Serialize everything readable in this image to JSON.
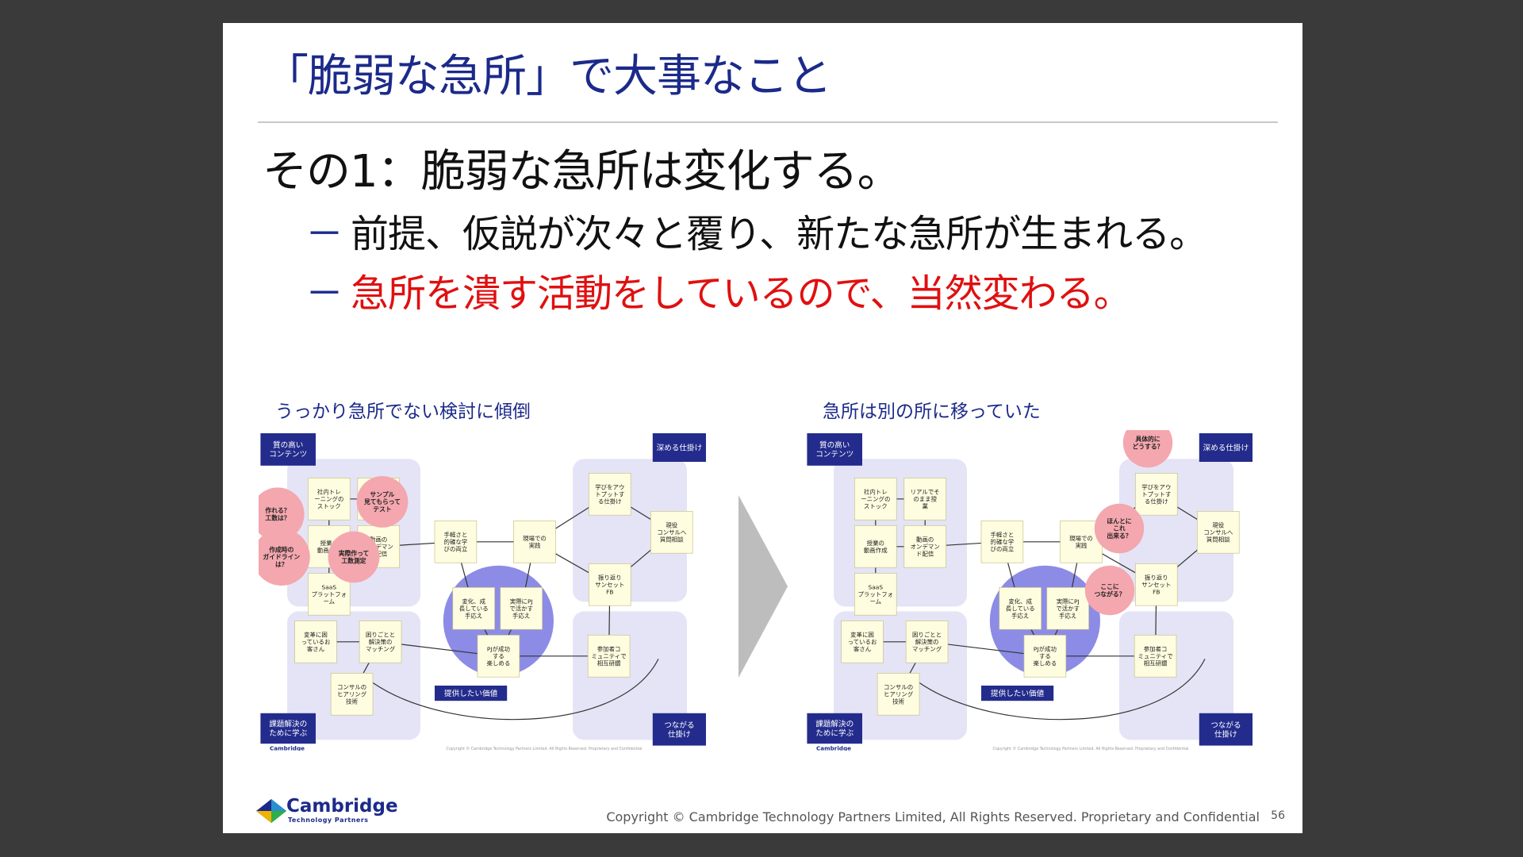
{
  "slide": {
    "title": "「脆弱な急所」で大事なこと",
    "main_point": "その1：脆弱な急所は変化する。",
    "sub_dash": "－",
    "sub_points": [
      "前提、仮説が次々と覆り、新たな急所が生まれる。",
      "急所を潰す活動をしているので、当然変わる。"
    ],
    "sub_point_colors": [
      "#111111",
      "#e01010"
    ]
  },
  "figures": {
    "left_caption": "うっかり急所でない検討に傾倒",
    "right_caption": "急所は別の所に移っていた",
    "corner_labels": {
      "top_left": [
        "質の高い",
        "コンテンツ"
      ],
      "top_right": "深める仕掛け",
      "bottom_left": [
        "課題解決の",
        "ために学ぶ"
      ],
      "bottom_right": [
        "つながる",
        "仕掛け"
      ]
    },
    "value_label": "提供したい価値",
    "notes": {
      "n1": [
        "社内トレ",
        "ーニングの",
        "ストック"
      ],
      "n2": [
        "リアルでそ",
        "のまま授",
        "業"
      ],
      "n3": [
        "授業の",
        "動画作成"
      ],
      "n4": [
        "動画の",
        "オンデマン",
        "ド配信"
      ],
      "n5": [
        "SaaS",
        "プラットフォ",
        "ーム"
      ],
      "n6": [
        "手軽さと",
        "的確な学",
        "びの両立"
      ],
      "n7": [
        "現場での",
        "実践"
      ],
      "n8": [
        "学びをアウ",
        "トプットす",
        "る仕掛け"
      ],
      "n9": [
        "現役",
        "コンサルへ",
        "質問相談"
      ],
      "n10": [
        "振り返り",
        "サンセット",
        "FB"
      ],
      "n11": [
        "変化、成",
        "長している",
        "手応え"
      ],
      "n12": [
        "実際にPJ",
        "で活かす",
        "手応え"
      ],
      "n13": [
        "PJが成功",
        "する",
        "楽しめる"
      ],
      "n14": [
        "参加者コ",
        "ミュニティで",
        "相互研鑽"
      ],
      "n15": [
        "変革に困",
        "っているお",
        "客さん"
      ],
      "n16": [
        "困りごとと",
        "解決策の",
        "マッチング"
      ],
      "n17": [
        "コンサルの",
        "ヒアリング",
        "技術"
      ]
    },
    "left_bubbles": {
      "b1": [
        "サンプル",
        "見てもらって",
        "テスト"
      ],
      "b2": [
        "作れる？",
        "工数は？"
      ],
      "b3": [
        "作成時の",
        "ガイドライン",
        "は？"
      ],
      "b4": [
        "実際作って",
        "工数測定"
      ]
    },
    "right_bubbles": {
      "b1": [
        "具体的に",
        "どうする？"
      ],
      "b2": [
        "ほんとに",
        "これ",
        "出来る？"
      ],
      "b3": [
        "ここに",
        "つながる？"
      ]
    },
    "figure_brand": "Cambridge",
    "figure_copyright": "Copyright © Cambridge Technology Partners Limited.  All Rights Reserved. Proprietary and Confidential"
  },
  "footer": {
    "copyright": "Copyright © Cambridge Technology Partners Limited,  All Rights Reserved. Proprietary and Confidential",
    "page_number": "56",
    "logo_name": "Cambridge",
    "logo_sub": "Technology Partners"
  },
  "colors": {
    "title": "#1b2a8a",
    "accent_red": "#e01010",
    "zone": "#e4e4f6",
    "circle": "#8c8ce6",
    "label_box": "#232c8c",
    "sticky": "#fffde0",
    "bubble": "#f4a7ae"
  }
}
